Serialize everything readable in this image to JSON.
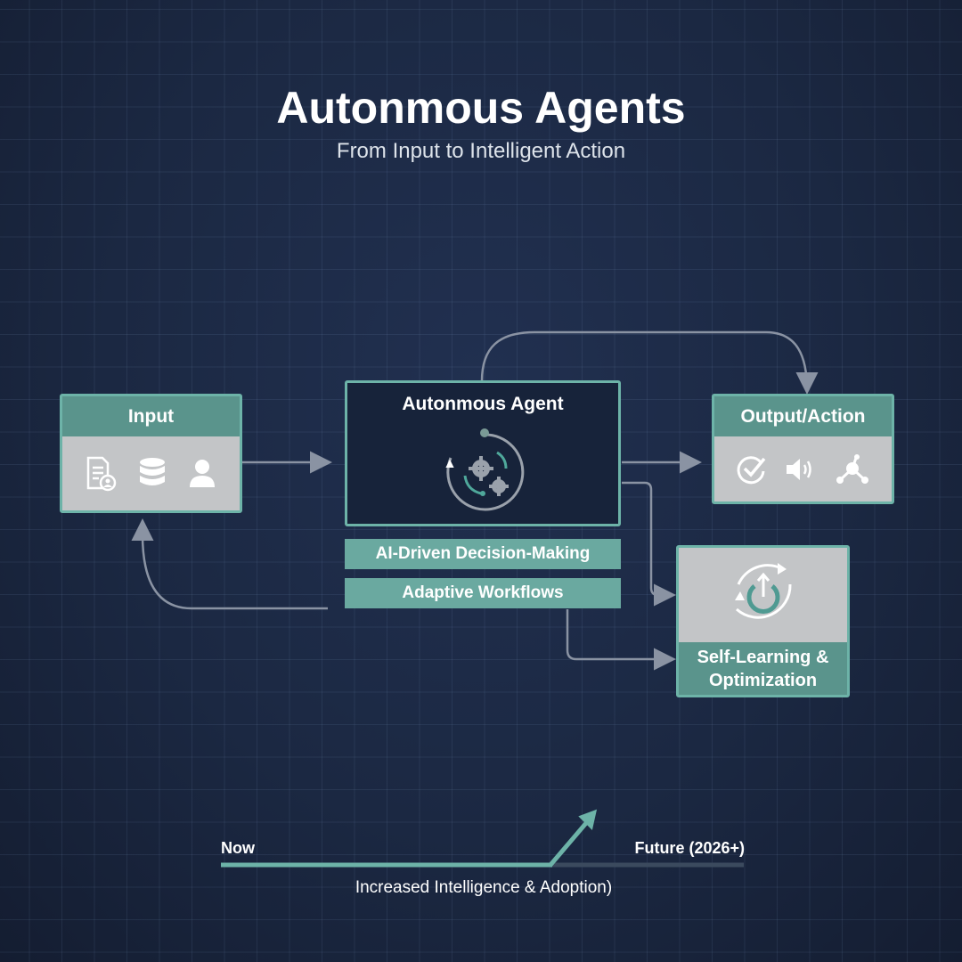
{
  "title": "Autonmous Agents",
  "subtitle": "From Input to Intelligent Action",
  "nodes": {
    "input": {
      "label": "Input",
      "icons": [
        "document-user-icon",
        "database-icon",
        "user-icon"
      ]
    },
    "agent": {
      "label": "Autonmous Agent",
      "icon": "gears-cycle-icon"
    },
    "output": {
      "label": "Output/Action",
      "icons": [
        "check-circle-icon",
        "speaker-icon",
        "network-node-icon"
      ]
    },
    "self_learning": {
      "label_line1": "Self-Learning &",
      "label_line2": "Optimization",
      "icon": "power-cycle-icon"
    }
  },
  "capabilities": [
    "AI-Driven Decision-Making",
    "Adaptive Workflows"
  ],
  "timeline": {
    "start": "Now",
    "end": "Future (2026+)",
    "caption": "Increased Intelligence & Adoption)"
  },
  "colors": {
    "background": "#1b2842",
    "teal": "#5a948c",
    "border": "#6db3a8",
    "panel": "#c3c5c7"
  }
}
